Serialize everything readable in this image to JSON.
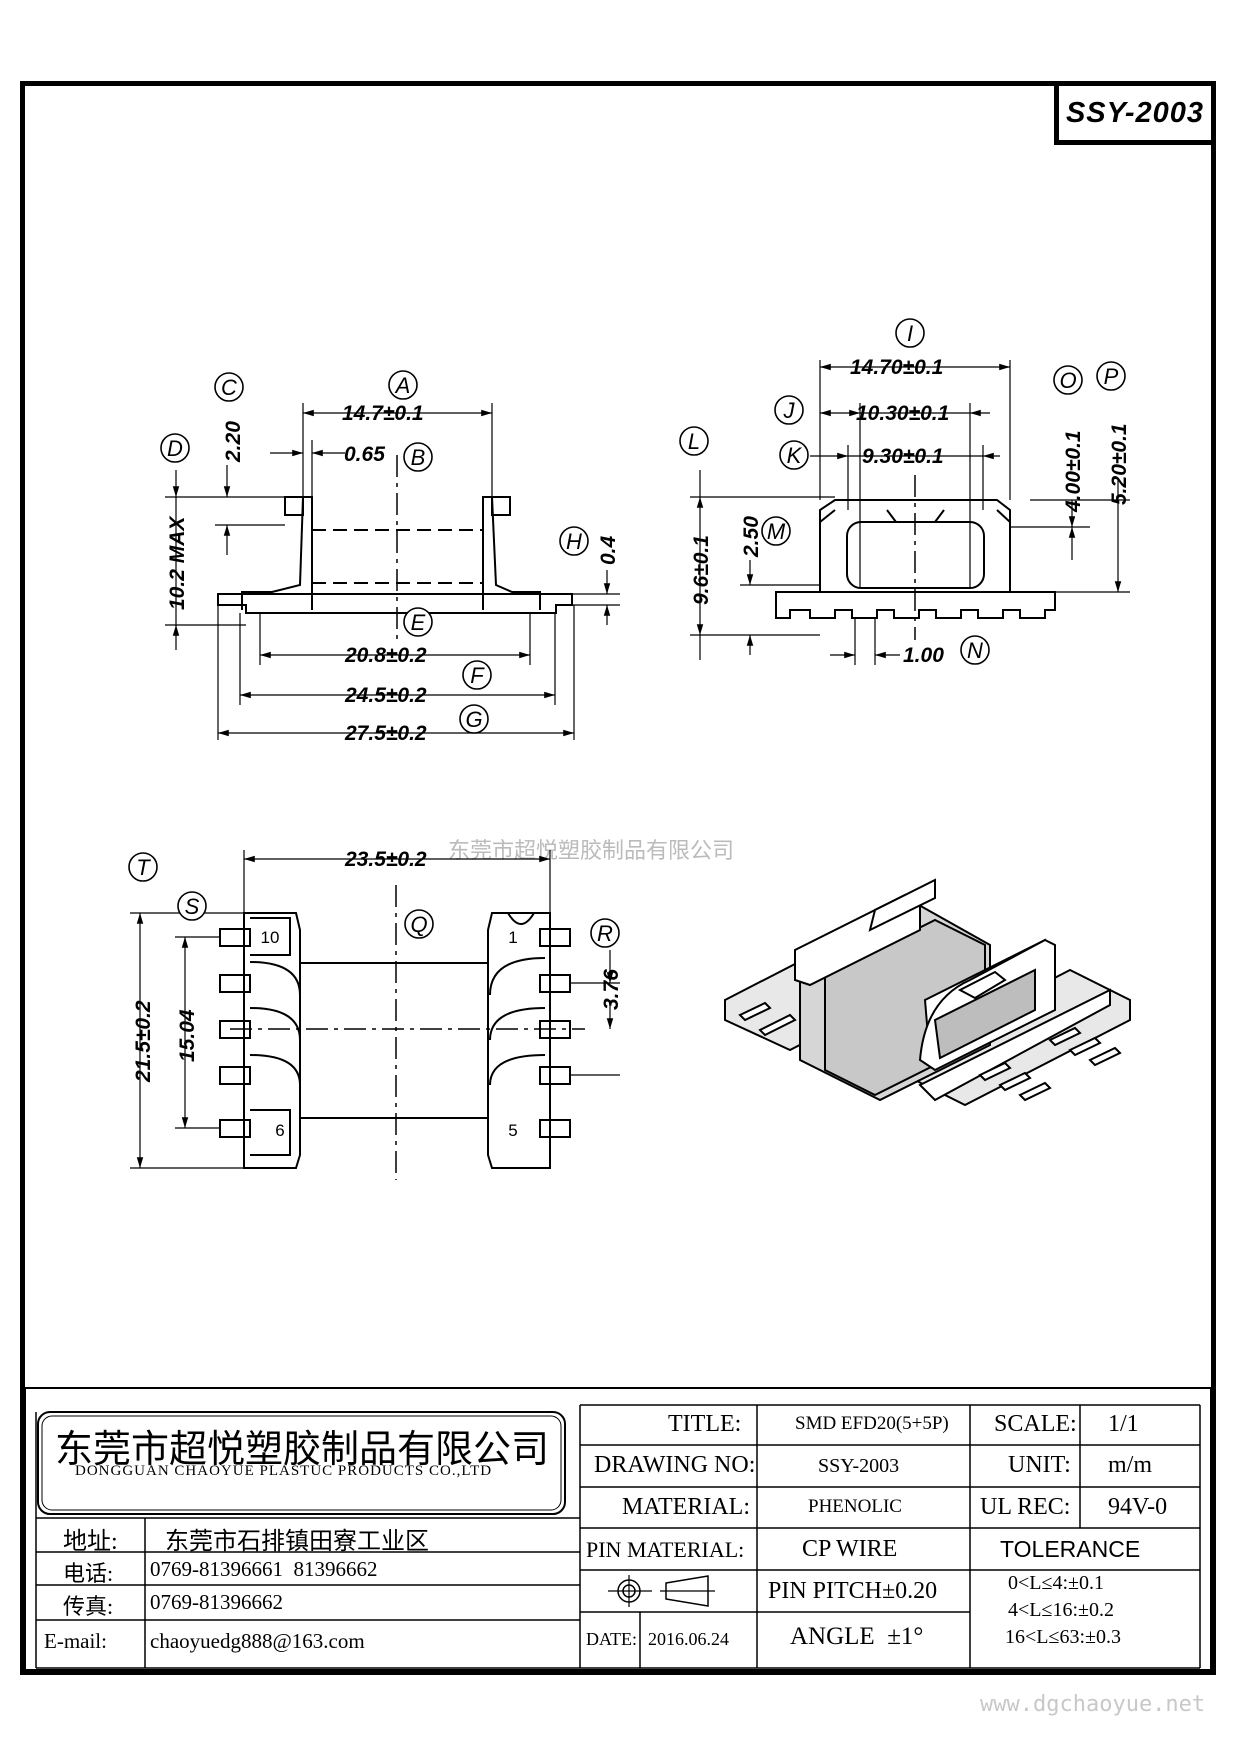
{
  "drawing_code": "SSY-2003",
  "watermark": "东莞市超悦塑胶制品有限公司",
  "site": "www.dgchaoyue.net",
  "front_view": {
    "A": "14.7±0.1",
    "B": "0.65",
    "C": "2.20",
    "D": "10.2 MAX",
    "E": "20.8±0.2",
    "F": "24.5±0.2",
    "G": "27.5±0.2",
    "H": "0.4"
  },
  "side_view": {
    "I": "14.70±0.1",
    "J": "10.30±0.1",
    "K": "9.30±0.1",
    "L": "9.6±0.1",
    "M": "2.50",
    "N": "1.00",
    "O": "4.00±0.1",
    "P": "5.20±0.1"
  },
  "bottom_view": {
    "T": "21.5±0.2",
    "S": "15.04",
    "R": "3.76",
    "Q": "23.5±0.2",
    "pins": [
      "10",
      "6",
      "1",
      "5"
    ]
  },
  "letters": [
    "A",
    "B",
    "C",
    "D",
    "E",
    "F",
    "G",
    "H",
    "I",
    "J",
    "K",
    "L",
    "M",
    "N",
    "O",
    "P",
    "Q",
    "R",
    "S",
    "T"
  ],
  "title_block": {
    "company_cn": "东莞市超悦塑胶制品有限公司",
    "company_en": "DONGGUAN CHAOYUE PLASTUC PRODUCTS CO.,LTD",
    "address_label": "地址:",
    "address": "东莞市石排镇田寮工业区",
    "phone_label": "电话:",
    "phone": "0769-81396661  81396662",
    "fax_label": "传真:",
    "fax": "0769-81396662",
    "email_label": "E-mail:",
    "email": "chaoyuedg888@163.com",
    "title_label": "TITLE:",
    "title": "SMD EFD20(5+5P)",
    "drawing_no_label": "DRAWING NO:",
    "drawing_no": "SSY-2003",
    "material_label": "MATERIAL:",
    "material": "PHENOLIC",
    "pin_material_label": "PIN MATERIAL:",
    "pin_material": "CP WIRE",
    "date_label": "DATE:",
    "date": "2016.06.24",
    "pin_pitch": "PIN PITCH±0.20",
    "angle": "ANGLE  ±1°",
    "scale_label": "SCALE:",
    "scale": "1/1",
    "unit_label": "UNIT:",
    "unit": "m/m",
    "ul_label": "UL REC:",
    "ul": "94V-0",
    "tolerance_label": "TOLERANCE",
    "tolerances": [
      "0<L≤4:±0.1",
      "4<L≤16:±0.2",
      "16<L≤63:±0.3"
    ]
  }
}
